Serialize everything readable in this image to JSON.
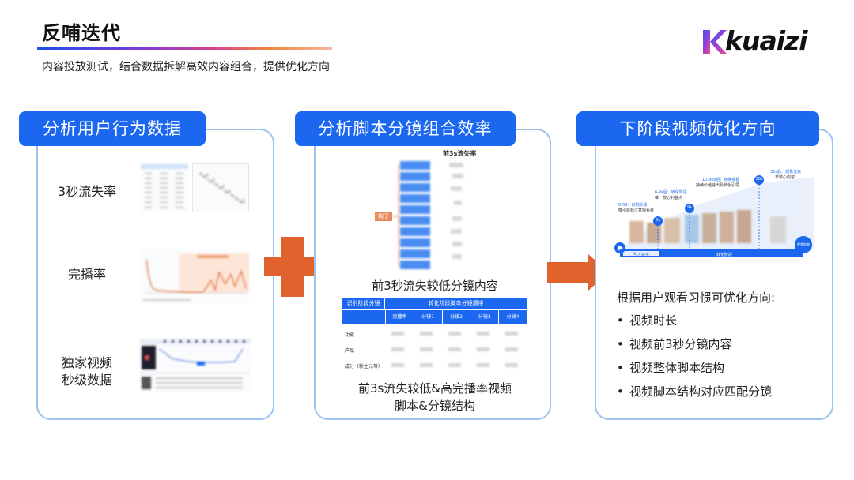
{
  "header": {
    "title": "反哺迭代",
    "subtitle": "内容投放测试，结合数据拆解高效内容组合，提供优化方向",
    "logo_text": "kuaizi"
  },
  "panels": [
    {
      "heading": "分析用户行为数据",
      "items": [
        {
          "label": "3秒流失率"
        },
        {
          "label": "完播率"
        },
        {
          "label_line1": "独家视频",
          "label_line2": "秒级数据"
        }
      ]
    },
    {
      "heading": "分析脚本分镜组合效率",
      "chart_title": "前3s流失率",
      "tag": "钩子",
      "caption_mid": "前3秒流失较低分镜内容",
      "table": {
        "col1_header": "识别阶段分镜",
        "col2_header": "转化阶段脚本分镜顺序",
        "subheaders": [
          "完播率",
          "分镜1",
          "分镜2",
          "分镜3",
          "分镜4"
        ],
        "rows": [
          "功能",
          "产品",
          "成分（新生元等）"
        ]
      },
      "caption_line1": "前3s流失较低&高完播率视频",
      "caption_line2": "脚本&分镜结构"
    },
    {
      "heading": "下阶段视频优化方向",
      "timeline": {
        "stage1": "0-5S：识别阶段",
        "stage1_sub": "吸引目标注意观看者",
        "stage2": "6-9s后：转化阶段",
        "stage2_sub": "唯一核心利益点",
        "stage3": "10-30s后：持续观看",
        "stage3_sub": "持续价值输出及转化引导",
        "stage4": "30s后：观看流失",
        "stage4_sub": "非核心内容",
        "marker1": "5s",
        "marker2": "9s",
        "marker3": "30s",
        "bar_left": "引入镜头",
        "bar_mid": "转化阶段",
        "end_label": "视频结束"
      },
      "list_title": "根据用户观看习惯可优化方向:",
      "list": [
        "视频时长",
        "视频前3秒分镜内容",
        "视频整体脚本结构",
        "视频脚本结构对应匹配分镜"
      ]
    }
  ],
  "colors": {
    "accent_blue": "#1b67f0",
    "panel_border": "#9cc3f0",
    "plus_orange": "#e0622d"
  }
}
